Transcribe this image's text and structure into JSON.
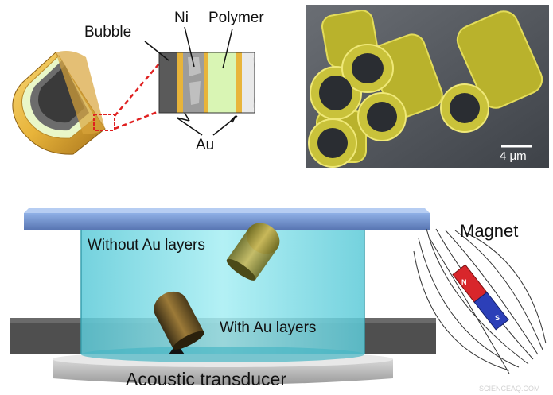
{
  "labels": {
    "bubble": "Bubble",
    "ni": "Ni",
    "polymer": "Polymer",
    "au": "Au",
    "scale_bar": "4 μm",
    "without_au": "Without Au layers",
    "with_au": "With Au layers",
    "magnet": "Magnet",
    "magnet_n": "N",
    "magnet_s": "S",
    "transducer": "Acoustic transducer",
    "watermark": "SCIENCEAQ.COM"
  },
  "colors": {
    "gold": "#e8b43a",
    "polymer_green": "#d9f5b4",
    "water": "#7ee0ea",
    "glass_plate": "#6f8fc9",
    "sem_tube": "#c9c23a",
    "magnet_red": "#d8262b",
    "magnet_blue": "#2c3fb8",
    "callout_red": "#e02020"
  }
}
